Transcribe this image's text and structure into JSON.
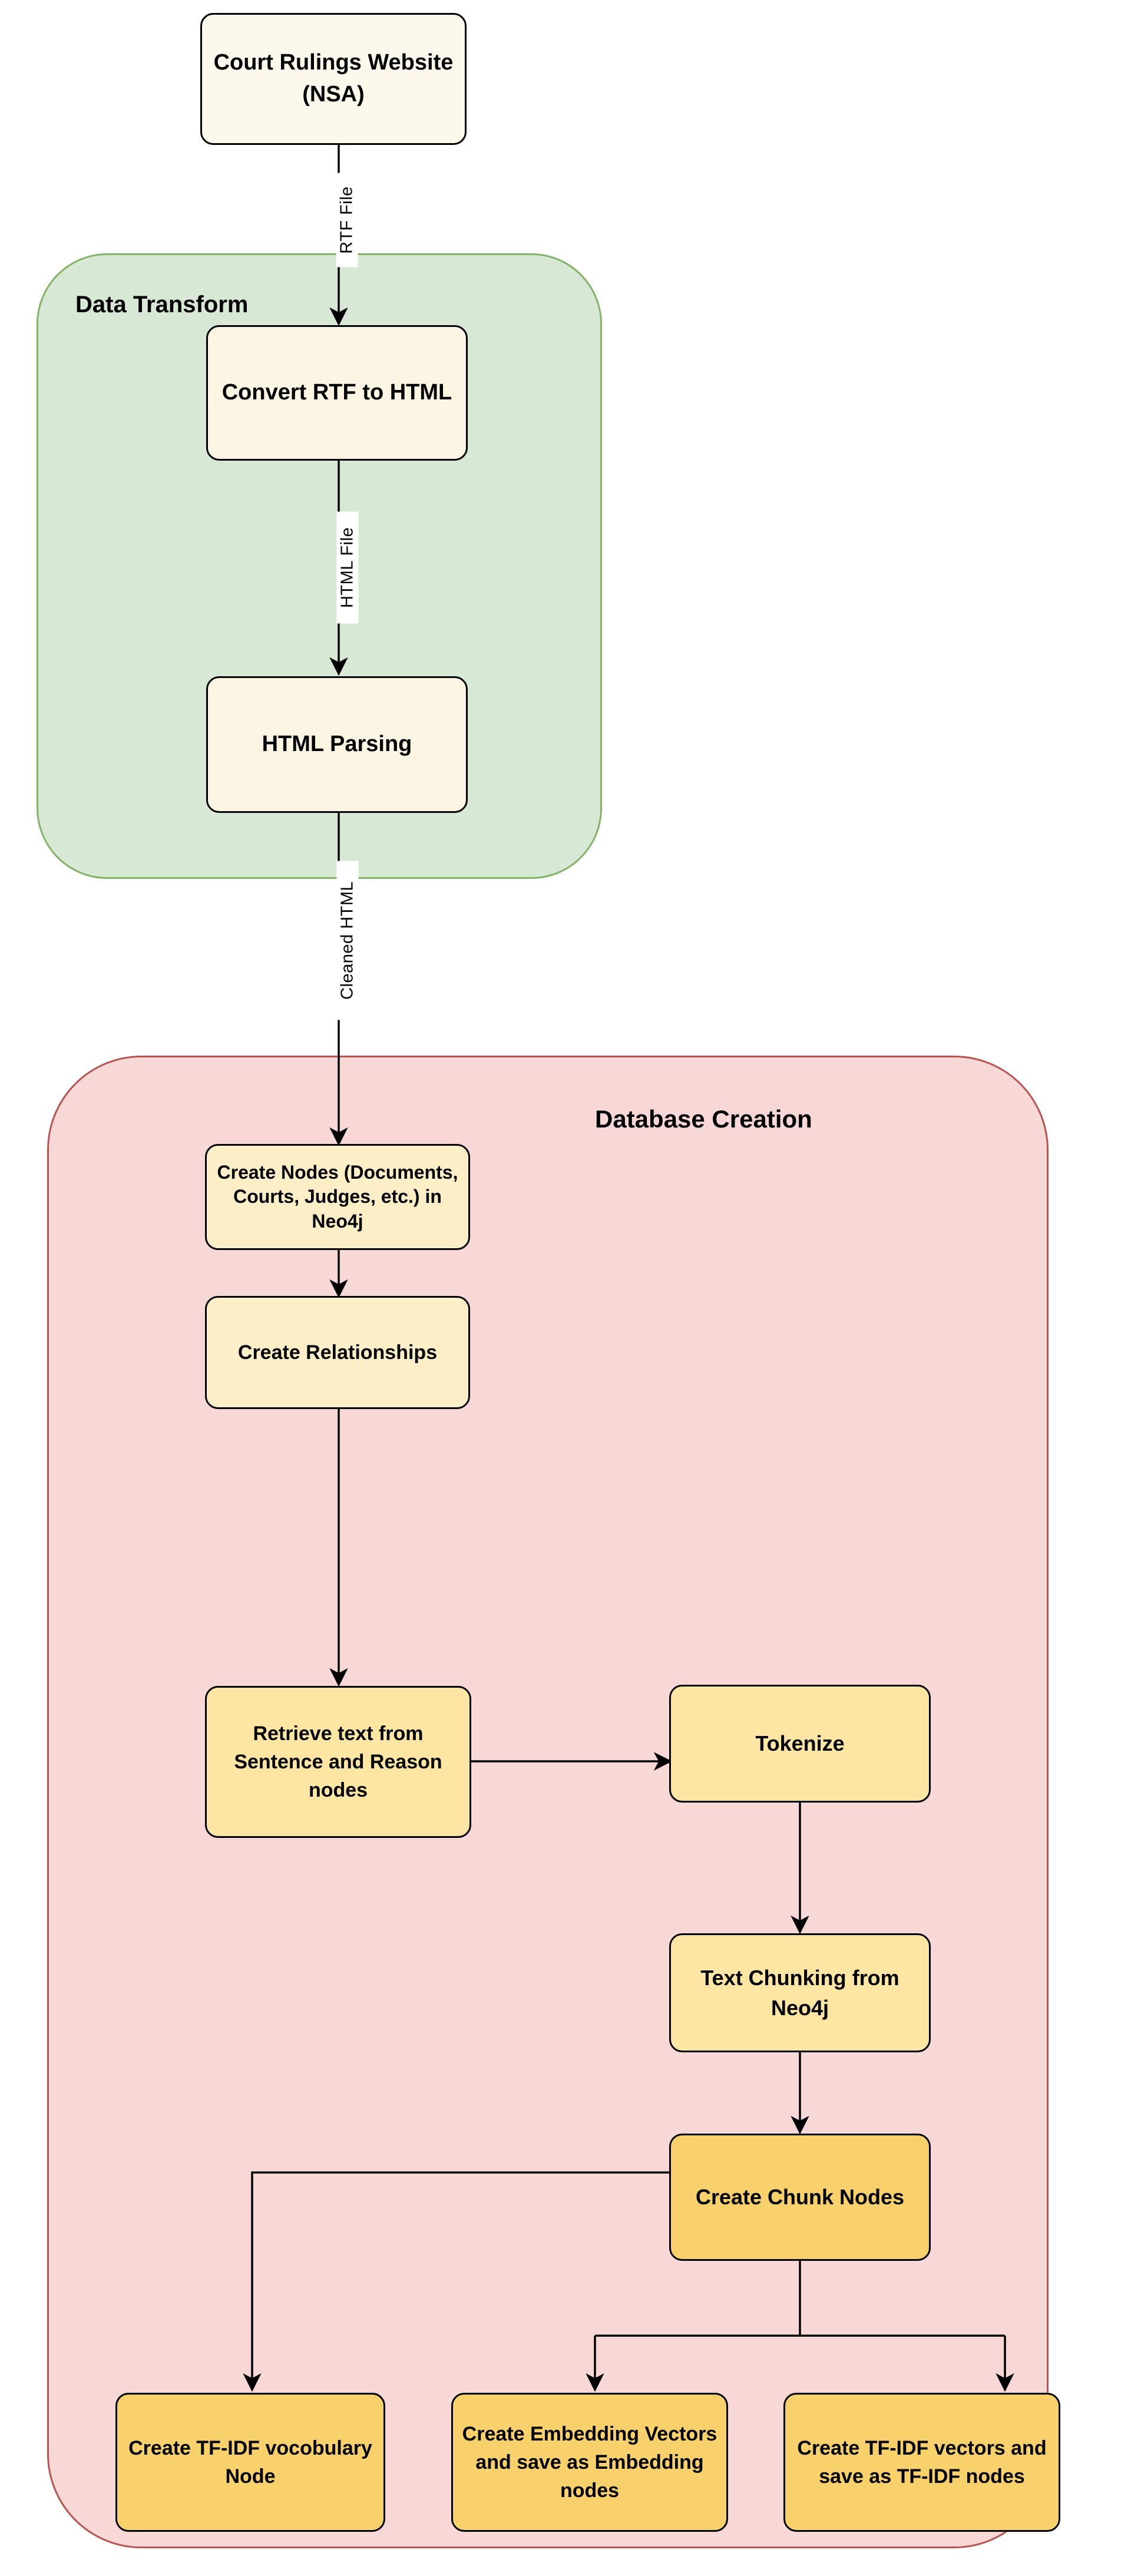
{
  "diagram": {
    "title": "Court Rulings Data Pipeline Flowchart",
    "type": "flowchart",
    "direction": "top-to-bottom"
  },
  "colors": {
    "source_fill": "#FDF8EC",
    "cream_fill": "#FDF5E4",
    "light_yellow_fill": "#FCEFC7",
    "mid_yellow_fill": "#FDE6A4",
    "gold_fill": "#F9D16C",
    "group_green_fill": "#D7E8D4",
    "group_green_border": "#82B366",
    "group_pink_fill": "#F8D7D7",
    "group_pink_border": "#B85450",
    "stroke": "#000000",
    "page_background": "#FFFFFF"
  },
  "groups": [
    {
      "id": "data-transform",
      "label": "Data Transform"
    },
    {
      "id": "database-creation",
      "label": "Database Creation"
    }
  ],
  "nodes": [
    {
      "id": "source",
      "label": "Court Rulings Website (NSA)"
    },
    {
      "id": "convert-rtf",
      "label": "Convert RTF to HTML"
    },
    {
      "id": "html-parsing",
      "label": "HTML Parsing"
    },
    {
      "id": "create-nodes",
      "label": "Create Nodes (Documents, Courts, Judges, etc.) in Neo4j"
    },
    {
      "id": "create-relationships",
      "label": "Create Relationships"
    },
    {
      "id": "retrieve-text",
      "label": "Retrieve text from Sentence and Reason nodes"
    },
    {
      "id": "tokenize",
      "label": "Tokenize"
    },
    {
      "id": "text-chunking",
      "label": "Text Chunking from Neo4j"
    },
    {
      "id": "create-chunk-nodes",
      "label": "Create Chunk Nodes"
    },
    {
      "id": "tfidf-vocab",
      "label": "Create TF-IDF vocobulary Node"
    },
    {
      "id": "embedding-vectors",
      "label": "Create Embedding Vectors and save as Embedding nodes"
    },
    {
      "id": "tfidf-vectors",
      "label": "Create TF-IDF vectors and save as TF-IDF nodes"
    }
  ],
  "edges": [
    {
      "from": "source",
      "to": "convert-rtf",
      "label": "RTF File"
    },
    {
      "from": "convert-rtf",
      "to": "html-parsing",
      "label": "HTML File"
    },
    {
      "from": "html-parsing",
      "to": "create-nodes",
      "label": "Cleaned HTML"
    },
    {
      "from": "create-nodes",
      "to": "create-relationships",
      "label": ""
    },
    {
      "from": "create-relationships",
      "to": "retrieve-text",
      "label": ""
    },
    {
      "from": "retrieve-text",
      "to": "tokenize",
      "label": ""
    },
    {
      "from": "tokenize",
      "to": "text-chunking",
      "label": ""
    },
    {
      "from": "text-chunking",
      "to": "create-chunk-nodes",
      "label": ""
    },
    {
      "from": "create-chunk-nodes",
      "to": "tfidf-vocab",
      "label": ""
    },
    {
      "from": "create-chunk-nodes",
      "to": "embedding-vectors",
      "label": ""
    },
    {
      "from": "create-chunk-nodes",
      "to": "tfidf-vectors",
      "label": ""
    }
  ]
}
